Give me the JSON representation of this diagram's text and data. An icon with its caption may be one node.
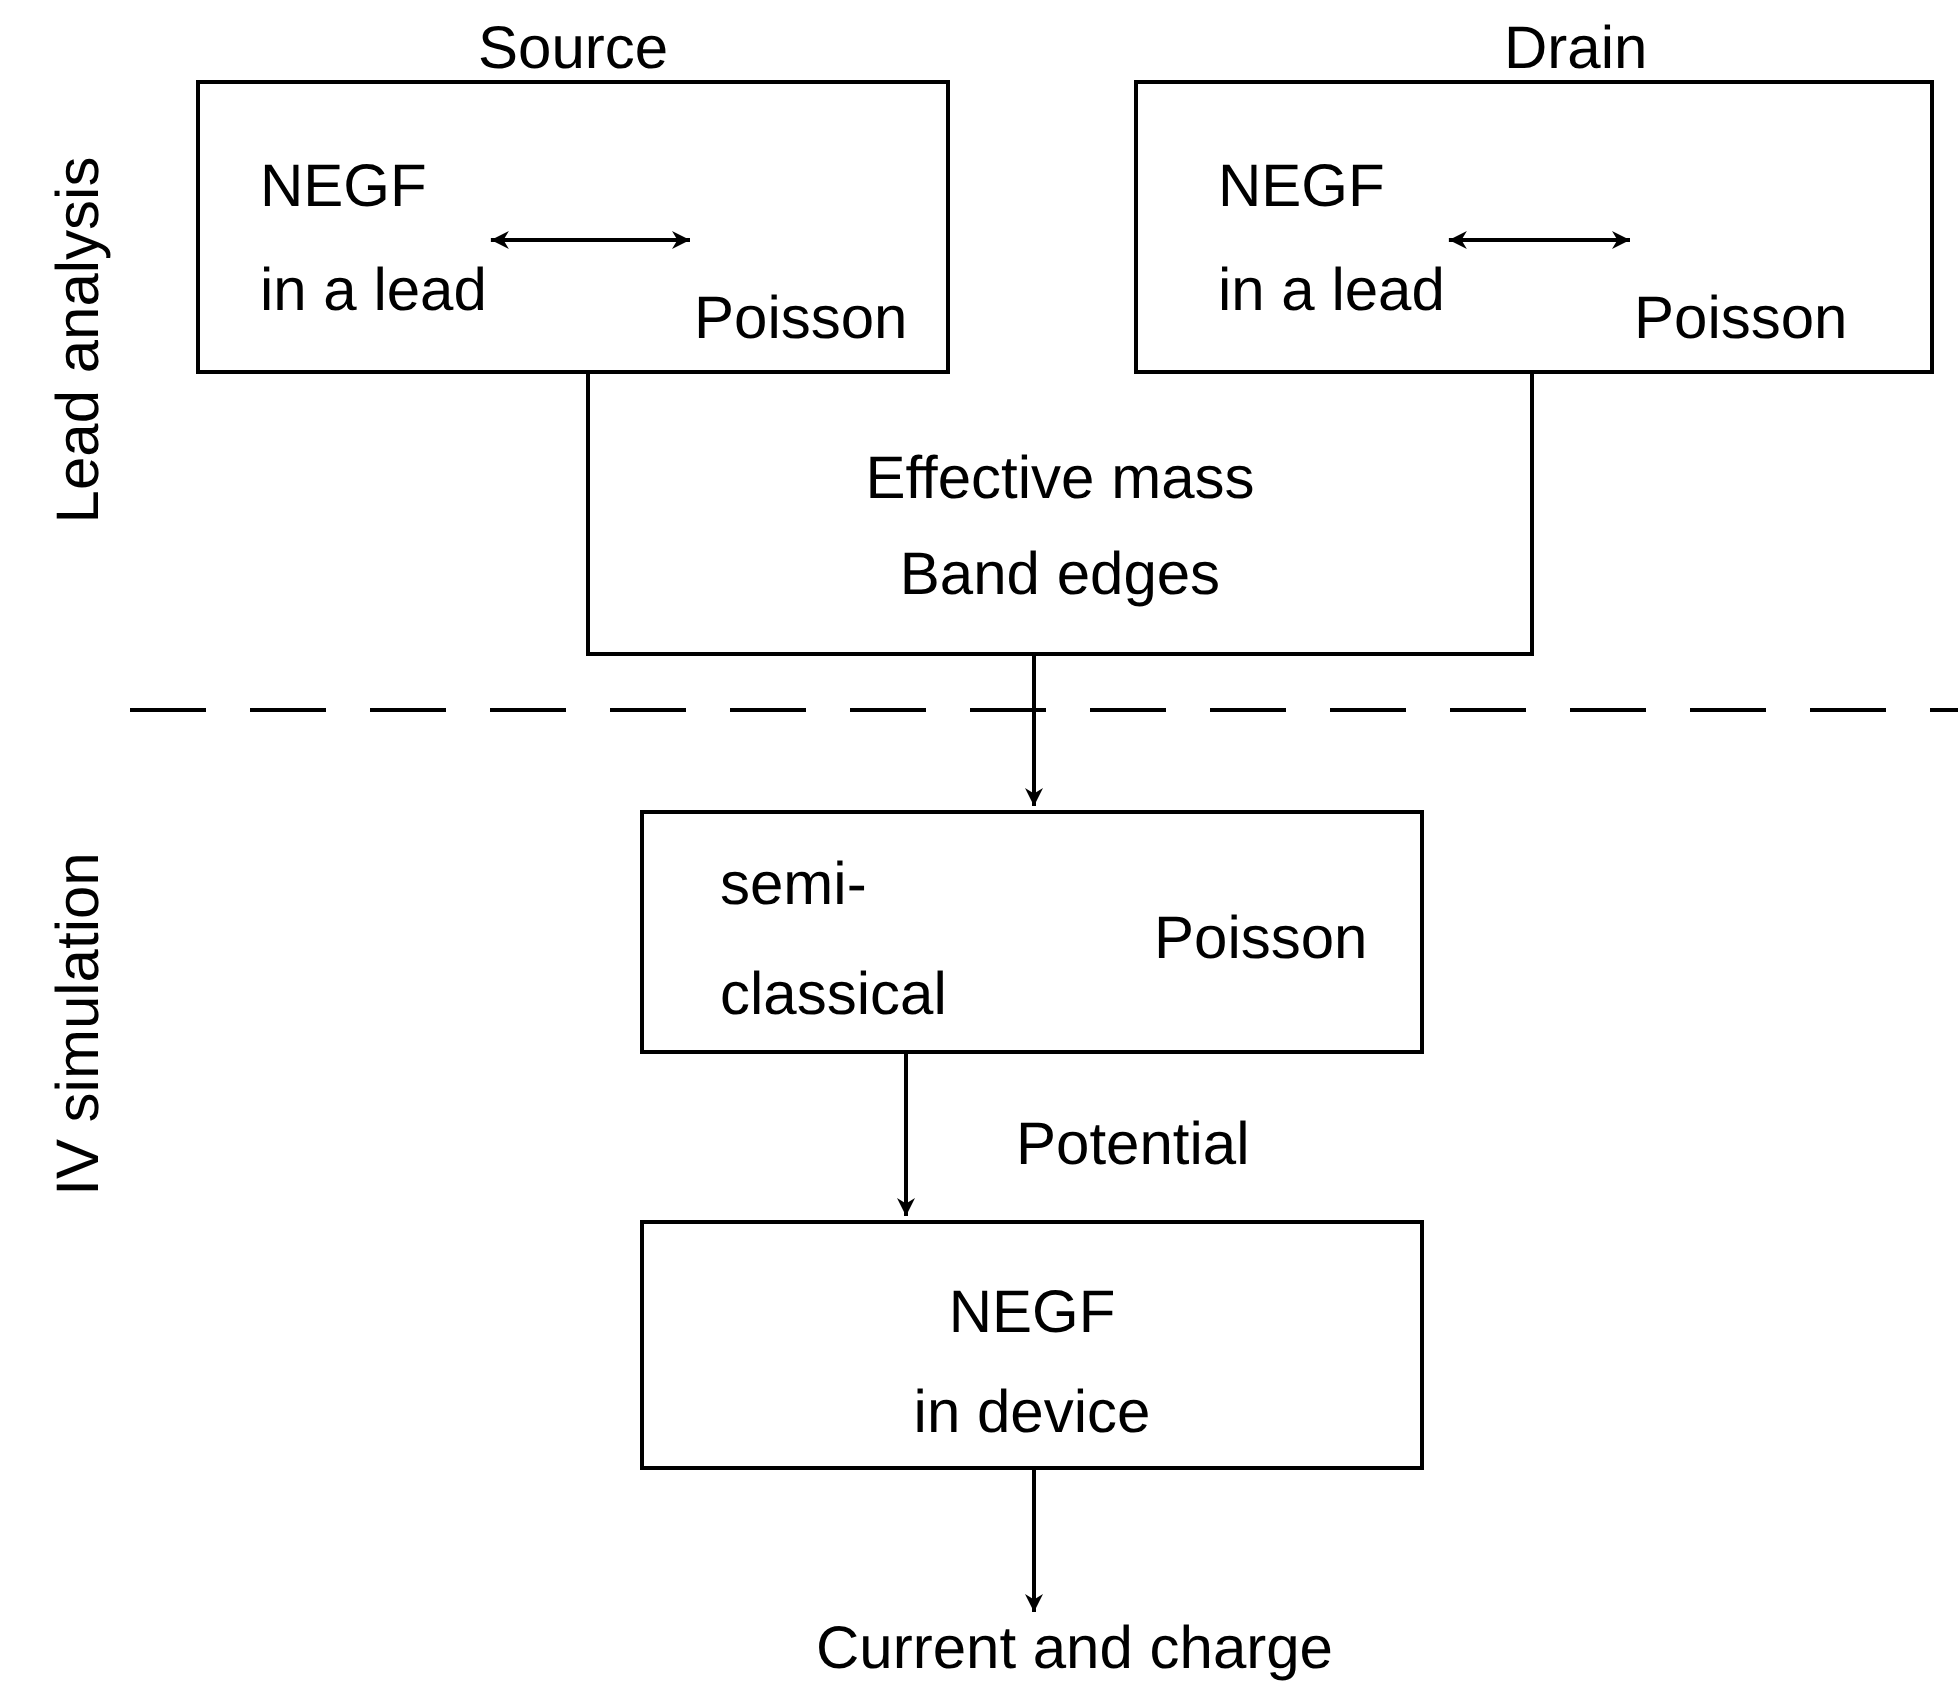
{
  "diagram": {
    "nodes": [
      {
        "text": [
          "Source"
        ]
      },
      {
        "text": [
          "NEGF",
          "in a lead"
        ],
        "in": 0
      },
      {
        "text": [
          "Poisson"
        ],
        "in": 0
      },
      {
        "text": [
          "Drain"
        ]
      },
      {
        "text": [
          "NEGF",
          "in a lead"
        ],
        "in": 3
      },
      {
        "text": [
          "Poisson"
        ],
        "in": 3
      },
      {
        "text": [
          "Effective mass",
          "Band edges"
        ]
      },
      {
        "text": [],
        "shape": "box"
      },
      {
        "text": [
          "semi- classical"
        ],
        "in": 7
      },
      {
        "text": [
          "Poisson"
        ],
        "in": 7
      },
      {
        "text": [
          "NEGF",
          "in device"
        ]
      },
      {
        "text": [
          "Current and charge"
        ]
      }
    ],
    "edges": [
      {
        "from": 1,
        "to": 2,
        "arrow": "both"
      },
      {
        "from": 4,
        "to": 5,
        "arrow": "both"
      },
      {
        "from": 6,
        "to": 7,
        "arrow": "to"
      },
      {
        "from": 7,
        "to": 10,
        "arrow": "to",
        "label": "Potential"
      },
      {
        "from": 10,
        "to": 11,
        "arrow": "to"
      }
    ],
    "labels": [
      "Lead analysis",
      "IV simulation"
    ]
  }
}
